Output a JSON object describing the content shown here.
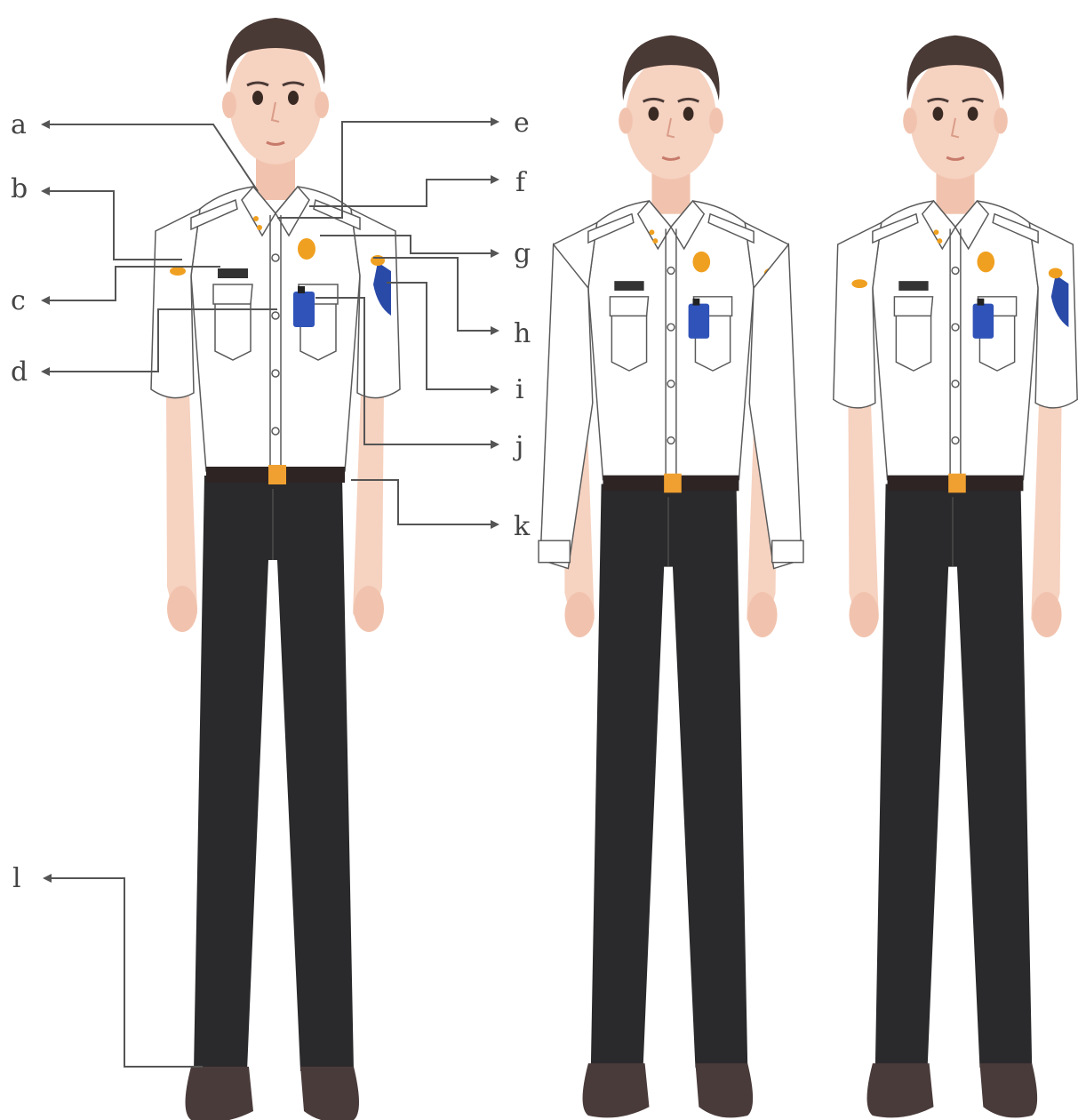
{
  "labels": {
    "a": "a",
    "b": "b",
    "c": "c",
    "d": "d",
    "e": "e",
    "f": "f",
    "g": "g",
    "h": "h",
    "i": "i",
    "j": "j",
    "k": "k",
    "l": "l"
  },
  "colors": {
    "skin": "#f6d2c0",
    "skin_shade": "#e9b5a0",
    "hair": "#4a3a36",
    "hair_alt": "#6b4a3e",
    "shirt": "#ffffff",
    "shirt_outline": "#5a5a5a",
    "trousers": "#2a2a2c",
    "shoes": "#4a3b3b",
    "belt": "#2e2424",
    "buckle": "#f0a030",
    "emblem": "#f0a020",
    "patch_blue": "#2a4aa8",
    "device_blue": "#2f53b8",
    "nametag": "#333333",
    "arrow": "#555555"
  }
}
